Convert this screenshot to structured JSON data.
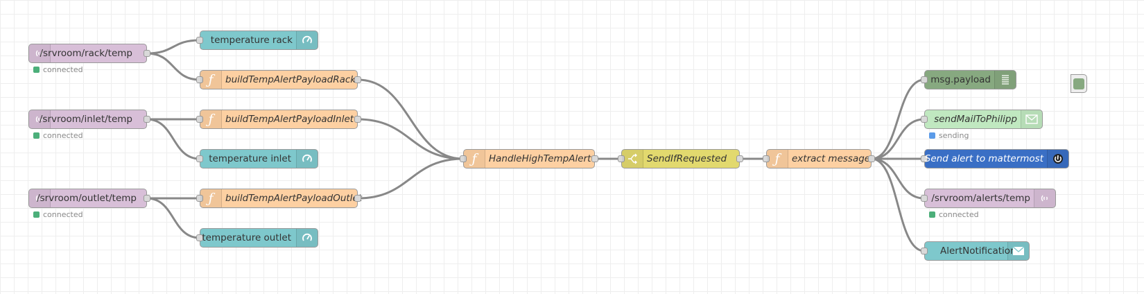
{
  "colors": {
    "mqtt": "#d8bfd8",
    "function": "#fdd0a2",
    "gauge": "#7ec8cc",
    "switch": "#e2d96e",
    "debug": "#87a980",
    "email_sent": "#c0e8c0",
    "mattermost": "#3a6fc5",
    "notification": "#7ec8cc",
    "wire": "#888888",
    "status_connected": "#4caf7a",
    "status_sending": "#5b9be8"
  },
  "flow": {
    "nodes": [
      {
        "id": "mqtt-rack",
        "label": "/srvroom/rack/temp",
        "icon": "radio-tower-icon"
      },
      {
        "id": "mqtt-inlet",
        "label": "/srvroom/inlet/temp",
        "icon": "radio-tower-icon"
      },
      {
        "id": "mqtt-outlet",
        "label": "/srvroom/outlet/temp",
        "icon": "radio-tower-icon"
      },
      {
        "id": "gauge-rack",
        "label": "temperature rack",
        "icon": "gauge-icon"
      },
      {
        "id": "fn-rack",
        "label": "buildTempAlertPayloadRack",
        "icon": "function-icon"
      },
      {
        "id": "fn-inlet",
        "label": "buildTempAlertPayloadInlet",
        "icon": "function-icon"
      },
      {
        "id": "gauge-inlet",
        "label": "temperature inlet",
        "icon": "gauge-icon"
      },
      {
        "id": "fn-outlet",
        "label": "buildTempAlertPayloadOutlet",
        "icon": "function-icon"
      },
      {
        "id": "gauge-outlet",
        "label": "temperature outlet",
        "icon": "gauge-icon"
      },
      {
        "id": "fn-handle",
        "label": "HandleHighTempAlert",
        "icon": "function-icon"
      },
      {
        "id": "switch-send",
        "label": "SendIfRequested",
        "icon": "switch-icon"
      },
      {
        "id": "fn-extract",
        "label": "extract message",
        "icon": "function-icon"
      },
      {
        "id": "debug-payload",
        "label": "msg.payload",
        "icon": "list-icon"
      },
      {
        "id": "mail-philipp",
        "label": "sendMailToPhilipp",
        "icon": "envelope-icon"
      },
      {
        "id": "mattermost",
        "label": "Send alert to mattermost",
        "icon": "mattermost-icon"
      },
      {
        "id": "mqtt-alerts",
        "label": "/srvroom/alerts/temp",
        "icon": "radio-tower-icon"
      },
      {
        "id": "notification",
        "label": "AlertNotification",
        "icon": "envelope-icon"
      }
    ],
    "statuses": [
      {
        "node": "mqtt-rack",
        "text": "connected",
        "color": "#4caf7a"
      },
      {
        "node": "mqtt-inlet",
        "text": "connected",
        "color": "#4caf7a"
      },
      {
        "node": "mqtt-outlet",
        "text": "connected",
        "color": "#4caf7a"
      },
      {
        "node": "mail-philipp",
        "text": "sending",
        "color": "#5b9be8"
      },
      {
        "node": "mqtt-alerts",
        "text": "connected",
        "color": "#4caf7a"
      }
    ],
    "wires": [
      [
        "mqtt-rack",
        "gauge-rack"
      ],
      [
        "mqtt-rack",
        "fn-rack"
      ],
      [
        "mqtt-inlet",
        "fn-inlet"
      ],
      [
        "mqtt-inlet",
        "gauge-inlet"
      ],
      [
        "mqtt-outlet",
        "fn-outlet"
      ],
      [
        "mqtt-outlet",
        "gauge-outlet"
      ],
      [
        "fn-rack",
        "fn-handle"
      ],
      [
        "fn-inlet",
        "fn-handle"
      ],
      [
        "fn-outlet",
        "fn-handle"
      ],
      [
        "fn-handle",
        "switch-send"
      ],
      [
        "switch-send",
        "fn-extract"
      ],
      [
        "fn-extract",
        "debug-payload"
      ],
      [
        "fn-extract",
        "mail-philipp"
      ],
      [
        "fn-extract",
        "mattermost"
      ],
      [
        "fn-extract",
        "mqtt-alerts"
      ],
      [
        "fn-extract",
        "notification"
      ]
    ]
  }
}
